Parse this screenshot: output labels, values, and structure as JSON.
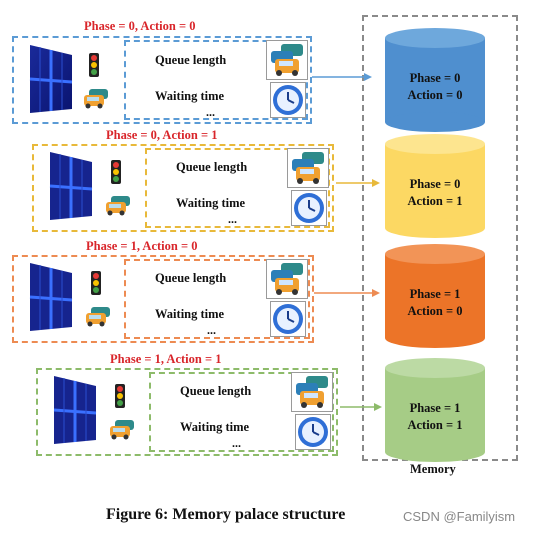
{
  "rows": [
    {
      "label": "Phase = 0, Action = 0",
      "queue": "Queue length",
      "waiting": "Waiting time",
      "ellipsis": "...",
      "mem_phase": "Phase = 0",
      "mem_action": "Action = 0",
      "color": "#5b9bd5",
      "fill": "#4f8fcf",
      "top": "#6ea8dc"
    },
    {
      "label": "Phase = 0, Action = 1",
      "queue": "Queue length",
      "waiting": "Waiting time",
      "ellipsis": "...",
      "mem_phase": "Phase = 0",
      "mem_action": "Action = 1",
      "color": "#e8b93a",
      "fill": "#fcd863",
      "top": "#fde58f"
    },
    {
      "label": "Phase = 1, Action = 0",
      "queue": "Queue length",
      "waiting": "Waiting time",
      "ellipsis": "...",
      "mem_phase": "Phase = 1",
      "mem_action": "Action = 0",
      "color": "#ed8b52",
      "fill": "#ec7428",
      "top": "#f29457"
    },
    {
      "label": "Phase = 1, Action = 1",
      "queue": "Queue length",
      "waiting": "Waiting time",
      "ellipsis": "...",
      "mem_phase": "Phase = 1",
      "mem_action": "Action = 1",
      "color": "#8dbb6a",
      "fill": "#a6cc86",
      "top": "#bcdaa4"
    }
  ],
  "memory_label": "Memory",
  "caption": "Figure 6: Memory palace structure",
  "watermark": "CSDN @Familyism"
}
